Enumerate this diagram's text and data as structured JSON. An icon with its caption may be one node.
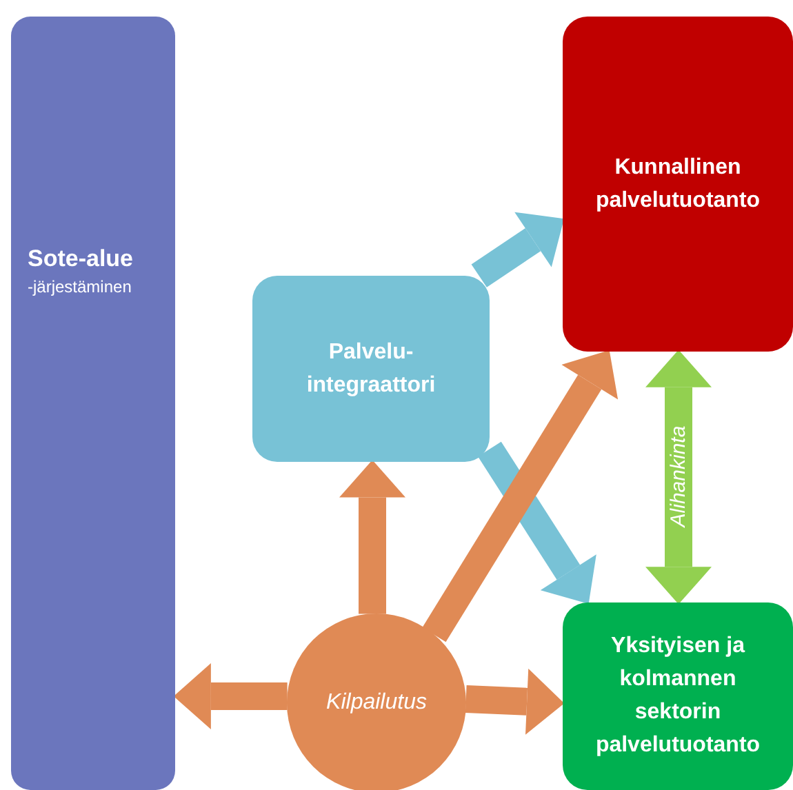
{
  "diagram": {
    "nodes": [
      {
        "text": [
          "Sote-alue",
          "-järjestäminen"
        ]
      },
      {
        "text": [
          "Kunnallinen palvelutuotanto"
        ]
      },
      {
        "text": [
          "Palvelu- integraattori"
        ]
      },
      {
        "text": [
          "Yksityisen ja kolmannen sektorin palvelutuotanto"
        ]
      },
      {
        "text": [
          "Kilpailutus"
        ]
      }
    ],
    "edges": [
      {
        "from": 2,
        "to": 1,
        "arrow": "to",
        "color": "#78c2d6"
      },
      {
        "from": 2,
        "to": 3,
        "arrow": "to",
        "color": "#78c2d6"
      },
      {
        "from": 4,
        "to": 2,
        "arrow": "to"
      },
      {
        "from": 4,
        "to": 1,
        "arrow": "to"
      },
      {
        "from": 4,
        "to": 0,
        "arrow": "to"
      },
      {
        "from": 4,
        "to": 3,
        "arrow": "to"
      },
      {
        "from": 1,
        "to": 3,
        "arrow": "both",
        "color": "#92d050",
        "label": "Alihankinta"
      }
    ]
  }
}
